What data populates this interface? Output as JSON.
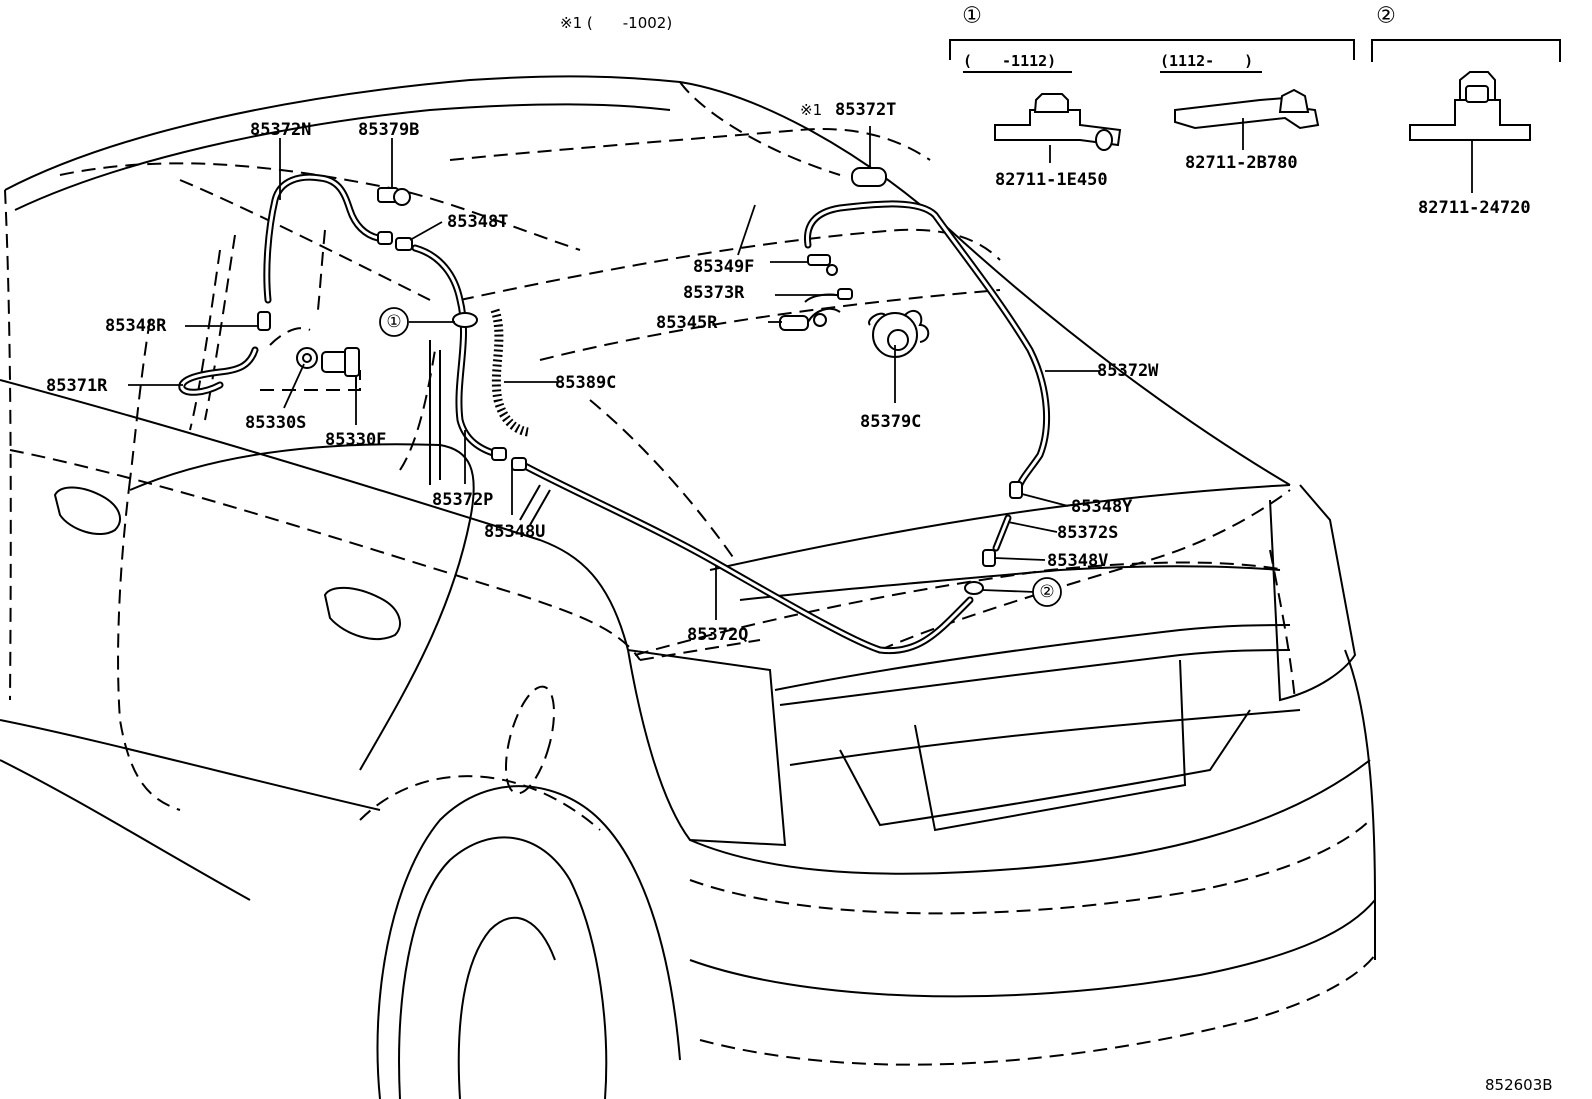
{
  "header_note": "※1 (　　-1002)",
  "detail_1": {
    "marker": "①",
    "range_a": "(　　-1112)",
    "range_b": "(1112-　　)",
    "part_a": "82711-1E450",
    "part_b": "82711-2B780"
  },
  "detail_2": {
    "marker": "②",
    "part": "82711-24720"
  },
  "callouts": {
    "c_85372N": "85372N",
    "c_85379B": "85379B",
    "c_85348T": "85348T",
    "c_85348R": "85348R",
    "c_85371R": "85371R",
    "c_85330S": "85330S",
    "c_85330F": "85330F",
    "c_85372P": "85372P",
    "c_85348U": "85348U",
    "c_85389C": "85389C",
    "c_85372T_prefix": "※1",
    "c_85372T": "85372T",
    "c_85349F": "85349F",
    "c_85373R": "85373R",
    "c_85345R": "85345R",
    "c_85379C": "85379C",
    "c_85372W": "85372W",
    "c_85348Y": "85348Y",
    "c_85372S": "85372S",
    "c_85348V": "85348V",
    "c_85372Q": "85372Q"
  },
  "clamp_markers": {
    "m1": "①",
    "m2": "②"
  },
  "diagram_code": "852603B"
}
